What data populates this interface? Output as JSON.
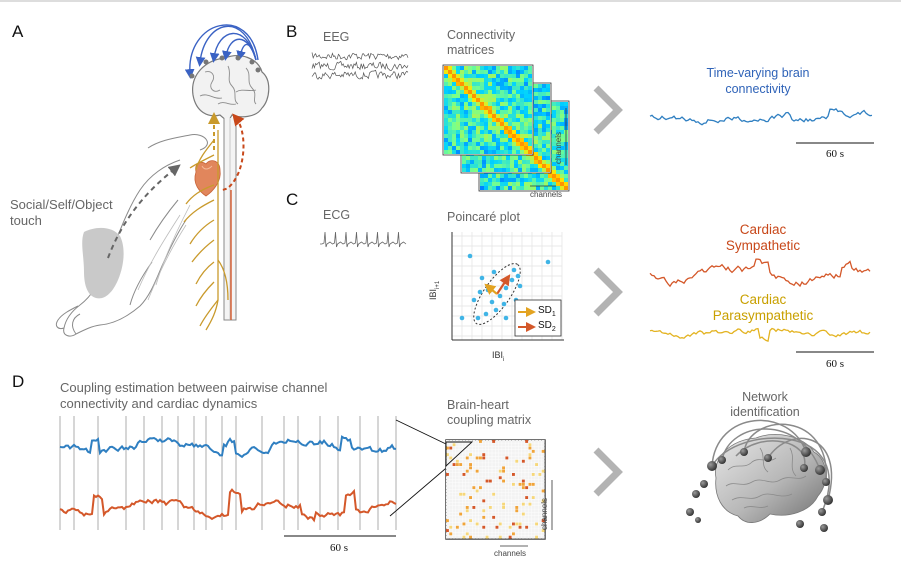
{
  "panels": {
    "a": {
      "letter": "A",
      "touch_label_line1": "Social/Self/Object",
      "touch_label_line2": "touch"
    },
    "b": {
      "letter": "B",
      "eeg_label": "EEG",
      "matrices_label_line1": "Connectivity",
      "matrices_label_line2": "matrices",
      "matrix_axis_x": "channels",
      "matrix_axis_y": "channels",
      "output_label_line1": "Time-varying brain",
      "output_label_line2": "connectivity",
      "scale_label": "60 s"
    },
    "c": {
      "letter": "C",
      "ecg_label": "ECG",
      "poincare_title": "Poincaré plot",
      "x_axis_label": "IBI",
      "x_axis_sub": "i",
      "y_axis_label": "IBI",
      "y_axis_sub": "i+1",
      "legend_sd1": "SD",
      "legend_sd1_sub": "1",
      "legend_sd2": "SD",
      "legend_sd2_sub": "2",
      "sympathetic_line1": "Cardiac",
      "sympathetic_line2": "Sympathetic",
      "parasympathetic_line1": "Cardiac",
      "parasympathetic_line2": "Parasympathetic",
      "scale_label": "60 s"
    },
    "d": {
      "letter": "D",
      "title_line1": "Coupling estimation between pairwise channel",
      "title_line2": "connectivity and cardiac dynamics",
      "matrix_title_line1": "Brain-heart",
      "matrix_title_line2": "coupling matrix",
      "matrix_axis_x": "channels",
      "matrix_axis_y": "channels",
      "network_label_line1": "Network",
      "network_label_line2": "identification",
      "scale_label": "60 s"
    }
  },
  "colors": {
    "brain_blue": "#2f7fc1",
    "arc_blue": "#3a62c4",
    "cardiac_orange": "#d4582a",
    "cardiac_gold": "#e3b321",
    "nerve_gold": "#c99a2c",
    "heart": "#e1865c",
    "gray_chevron": "#b3b3b3",
    "poincare_point": "#3fb4e6"
  },
  "icons": {
    "arrow": "chevron-right-icon",
    "brain": "brain-icon",
    "heart": "heart-icon",
    "hand": "hand-icon"
  }
}
